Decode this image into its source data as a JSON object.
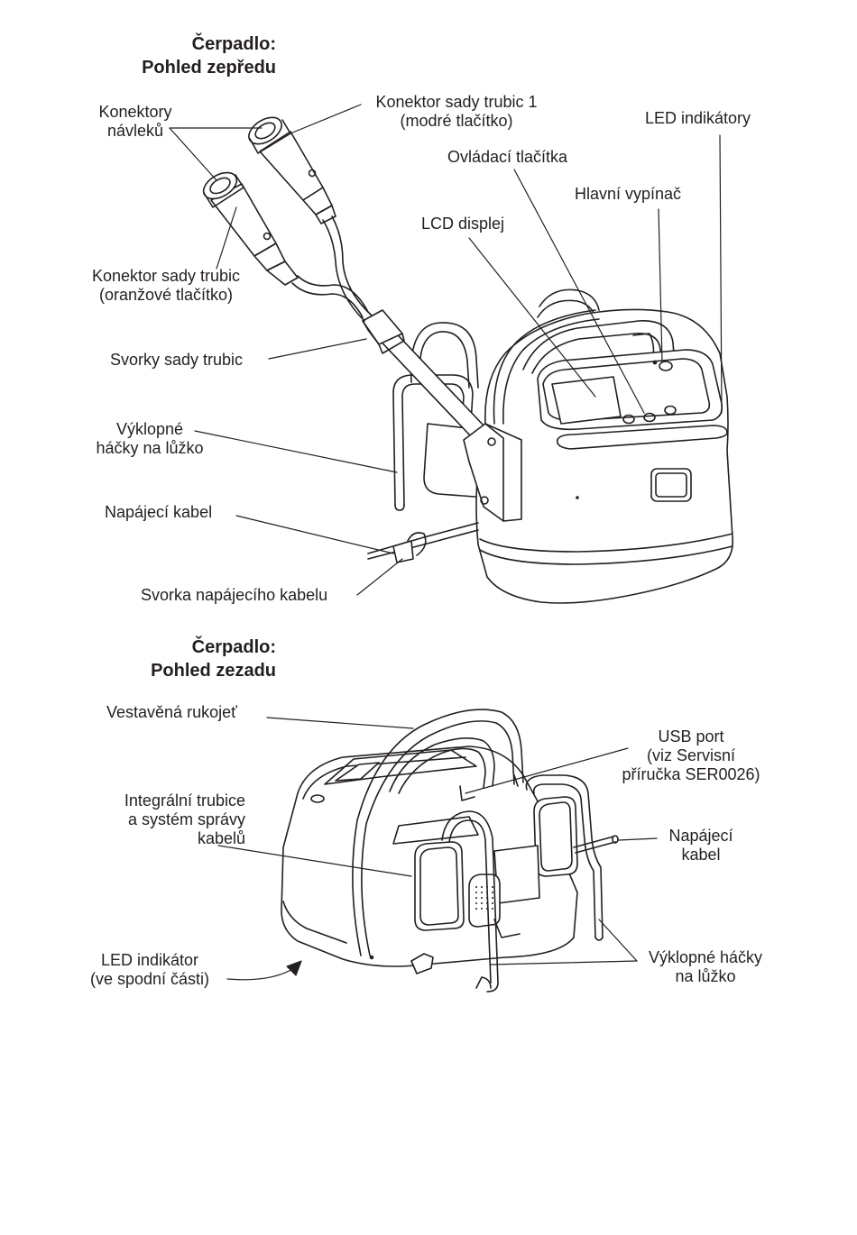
{
  "front_view": {
    "title_line1": "Čerpadlo:",
    "title_line2": "Pohled zepředu",
    "labels": {
      "sleeve_connectors_1": "Konektory",
      "sleeve_connectors_2": "návleků",
      "tubing_connector_1_line1": "Konektor sady trubic 1",
      "tubing_connector_1_line2": "(modré tlačítko)",
      "led_indicators": "LED indikátory",
      "control_buttons": "Ovládací tlačítka",
      "main_switch": "Hlavní vypínač",
      "lcd_display": "LCD displej",
      "tubing_connector_orange_line1": "Konektor sady trubic",
      "tubing_connector_orange_line2": "(oranžové tlačítko)",
      "tubing_clips": "Svorky sady trubic",
      "bed_hooks_line1": "Výklopné",
      "bed_hooks_line2": "háčky na lůžko",
      "power_cord": "Napájecí kabel",
      "power_cord_clip": "Svorka napájecího kabelu"
    }
  },
  "rear_view": {
    "title_line1": "Čerpadlo:",
    "title_line2": "Pohled zezadu",
    "labels": {
      "built_in_handle": "Vestavěná rukojeť",
      "usb_port_line1": "USB port",
      "usb_port_line2": "(viz Servisní",
      "usb_port_line3": "příručka SER0026)",
      "integral_tubing_line1": "Integrální trubice",
      "integral_tubing_line2": "a systém správy",
      "integral_tubing_line3": "kabelů",
      "power_cord_line1": "Napájecí",
      "power_cord_line2": "kabel",
      "led_indicator_line1": "LED indikátor",
      "led_indicator_line2": "(ve spodní části)",
      "bed_hooks_line1": "Výklopné háčky",
      "bed_hooks_line2": "na lůžko"
    }
  },
  "colors": {
    "ink": "#231f20",
    "line": "#231f20",
    "fill_light": "#ffffff",
    "fill_shade": "#d9d9d9"
  }
}
